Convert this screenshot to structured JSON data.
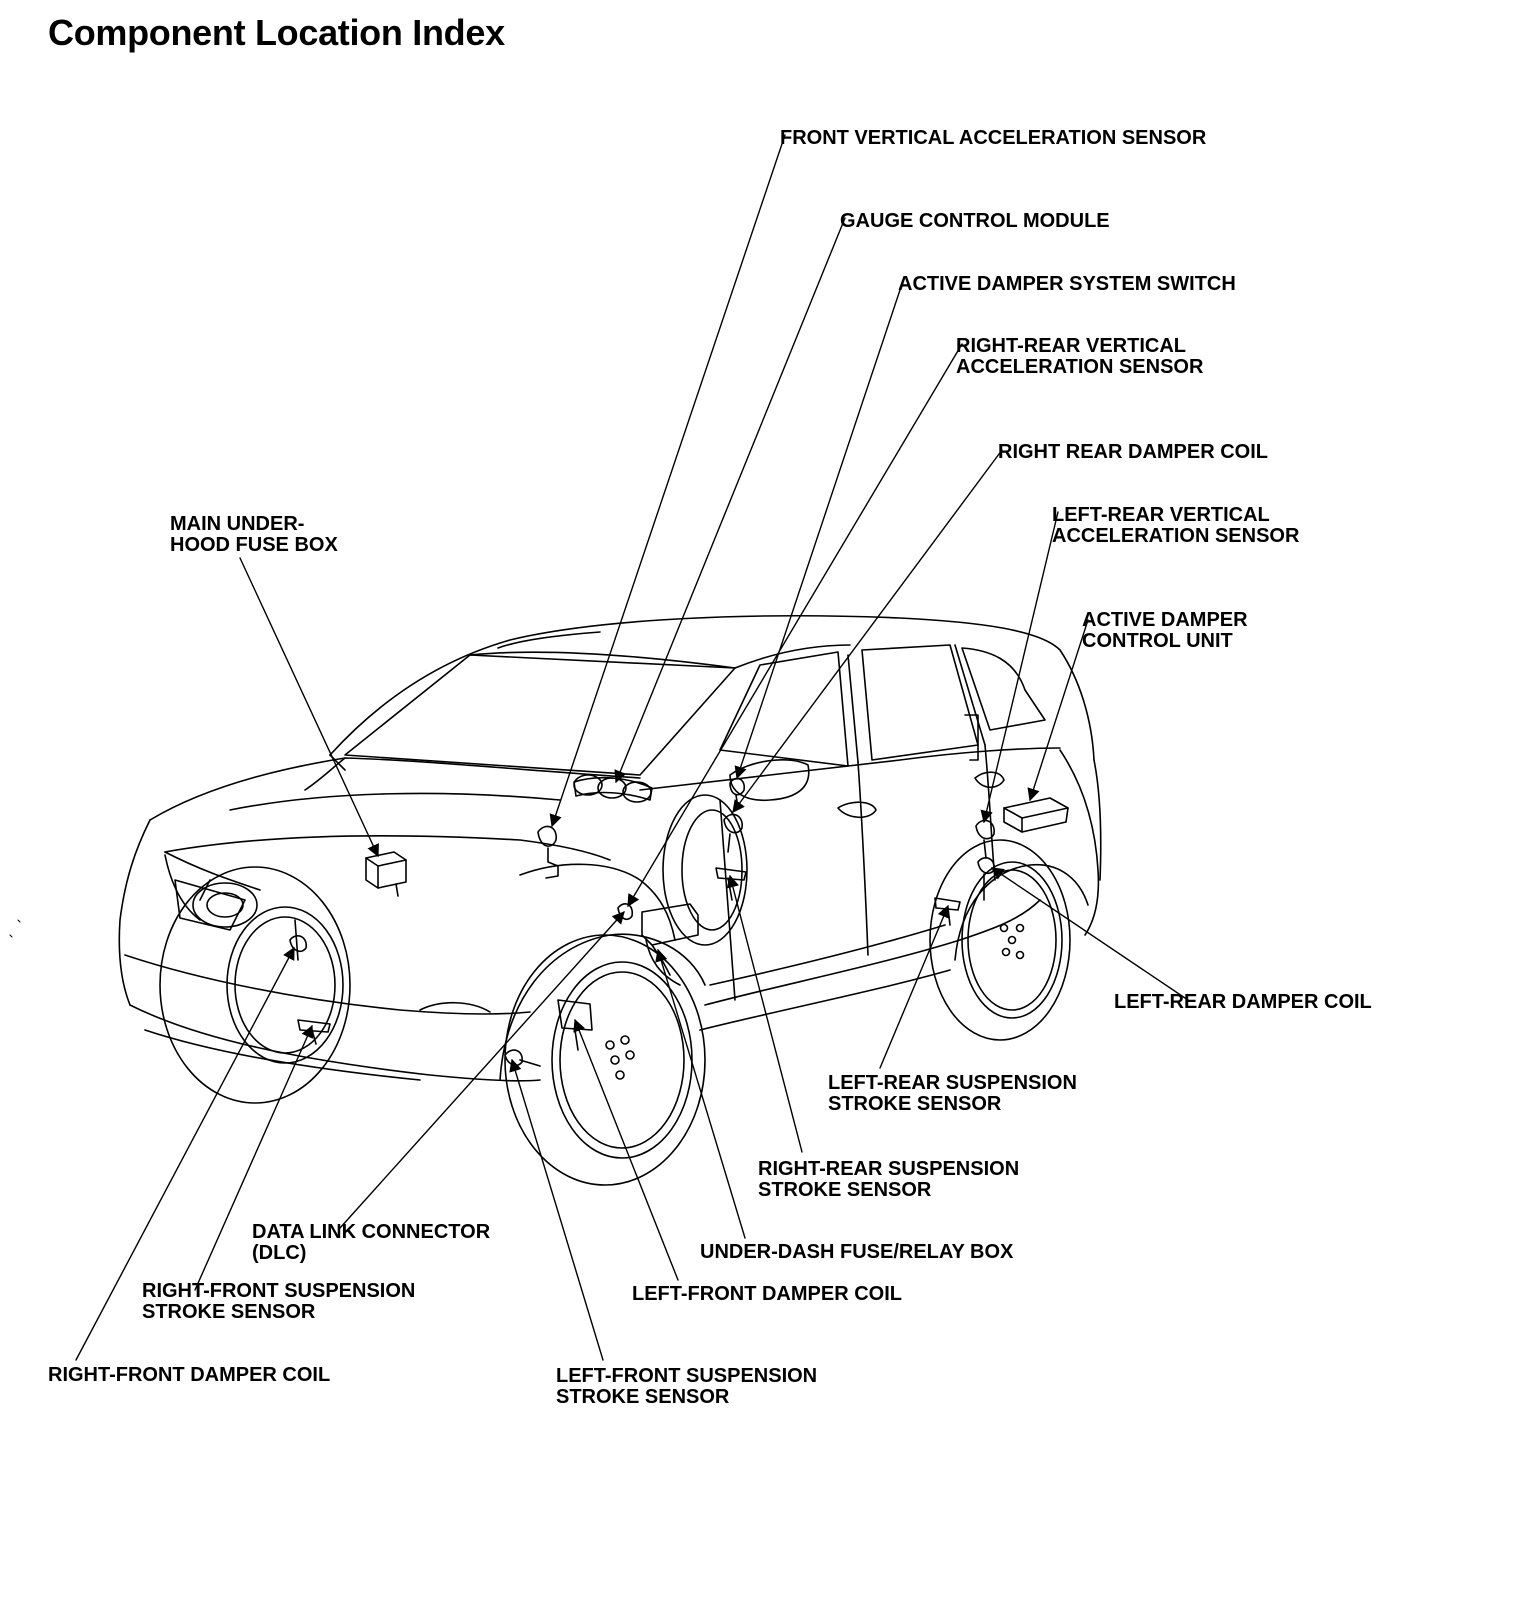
{
  "title": "Component Location Index",
  "labels": {
    "front_vertical_accel_sensor": [
      "FRONT VERTICAL ACCELERATION SENSOR"
    ],
    "gauge_control_module": [
      "GAUGE CONTROL MODULE"
    ],
    "active_damper_system_switch": [
      "ACTIVE DAMPER SYSTEM SWITCH"
    ],
    "right_rear_vertical_accel_sensor": [
      "RIGHT-REAR VERTICAL",
      "ACCELERATION SENSOR"
    ],
    "right_rear_damper_coil": [
      "RIGHT REAR DAMPER COIL"
    ],
    "left_rear_vertical_accel_sensor": [
      "LEFT-REAR VERTICAL",
      "ACCELERATION SENSOR"
    ],
    "active_damper_control_unit": [
      "ACTIVE DAMPER",
      "CONTROL UNIT"
    ],
    "main_under_hood_fuse_box": [
      "MAIN UNDER-",
      "HOOD FUSE BOX"
    ],
    "left_rear_damper_coil": [
      "LEFT-REAR DAMPER COIL"
    ],
    "left_rear_suspension_stroke_sensor": [
      "LEFT-REAR SUSPENSION",
      "STROKE SENSOR"
    ],
    "right_rear_suspension_stroke_sensor": [
      "RIGHT-REAR SUSPENSION",
      "STROKE SENSOR"
    ],
    "data_link_connector": [
      "DATA LINK CONNECTOR",
      "(DLC)"
    ],
    "under_dash_fuse_relay_box": [
      "UNDER-DASH FUSE/RELAY BOX"
    ],
    "right_front_suspension_stroke_sensor": [
      "RIGHT-FRONT SUSPENSION",
      "STROKE SENSOR"
    ],
    "left_front_damper_coil": [
      "LEFT-FRONT DAMPER COIL"
    ],
    "right_front_damper_coil": [
      "RIGHT-FRONT DAMPER COIL"
    ],
    "left_front_suspension_stroke_sensor": [
      "LEFT-FRONT SUSPENSION",
      "STROKE SENSOR"
    ]
  }
}
